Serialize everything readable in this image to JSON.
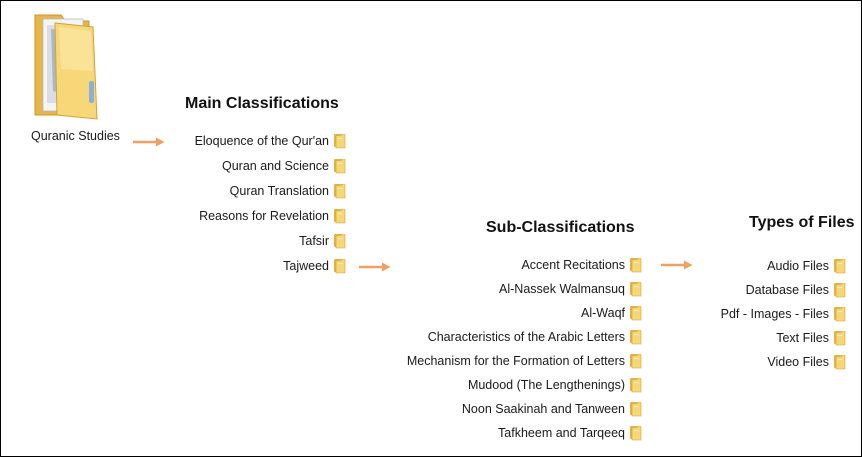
{
  "root": {
    "label": "Quranic Studies",
    "icon": "folder-large-icon"
  },
  "main": {
    "heading": "Main Classifications",
    "items": [
      "Eloquence of the Qur'an",
      "Quran and Science",
      "Quran Translation",
      "Reasons for Revelation",
      "Tafsir",
      "Tajweed"
    ]
  },
  "sub": {
    "heading": "Sub-Classifications",
    "items": [
      "Accent Recitations",
      "Al-Nassek Walmansuq",
      "Al-Waqf",
      "Characteristics of the Arabic Letters",
      "Mechanism for the Formation of Letters",
      "Mudood (The Lengthenings)",
      "Noon Saakinah and Tanween",
      "Tafkheem and Tarqeeq"
    ]
  },
  "types": {
    "heading": "Types of Files",
    "items": [
      "Audio Files",
      "Database Files",
      "Pdf - Images - Files",
      "Text Files",
      "Video Files"
    ]
  },
  "colors": {
    "arrow": "#f0a060",
    "folder": "#f2cf6b",
    "folder_dark": "#d9a93a"
  }
}
